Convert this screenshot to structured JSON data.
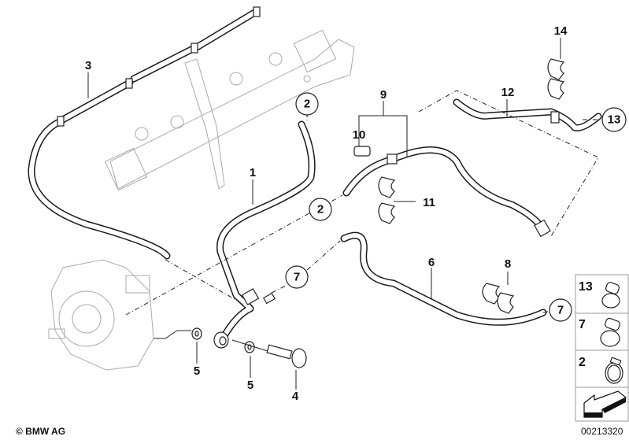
{
  "diagram": {
    "title": "Fuel return / leak-off lines",
    "copyright": "© BMW AG",
    "diagram_number": "00213320",
    "callouts": [
      {
        "id": "1",
        "label": "1",
        "type": "plain"
      },
      {
        "id": "2a",
        "label": "2",
        "type": "circle"
      },
      {
        "id": "2b",
        "label": "2",
        "type": "circle"
      },
      {
        "id": "3",
        "label": "3",
        "type": "plain"
      },
      {
        "id": "4",
        "label": "4",
        "type": "plain"
      },
      {
        "id": "5a",
        "label": "5",
        "type": "plain"
      },
      {
        "id": "5b",
        "label": "5",
        "type": "plain"
      },
      {
        "id": "6",
        "label": "6",
        "type": "plain"
      },
      {
        "id": "7a",
        "label": "7",
        "type": "circle"
      },
      {
        "id": "7b",
        "label": "7",
        "type": "circle"
      },
      {
        "id": "8",
        "label": "8",
        "type": "plain"
      },
      {
        "id": "9",
        "label": "9",
        "type": "plain"
      },
      {
        "id": "10",
        "label": "10",
        "type": "plain"
      },
      {
        "id": "11",
        "label": "11",
        "type": "plain"
      },
      {
        "id": "12",
        "label": "12",
        "type": "plain"
      },
      {
        "id": "13",
        "label": "13",
        "type": "circle"
      },
      {
        "id": "14",
        "label": "14",
        "type": "plain"
      }
    ],
    "legend": [
      {
        "label": "13",
        "icon": "hose-clamp-screw-icon"
      },
      {
        "label": "7",
        "icon": "hose-clamp-screw-icon"
      },
      {
        "label": "2",
        "icon": "hose-clamp-band-icon"
      },
      {
        "label": "",
        "icon": "arrow-down-left-icon"
      }
    ]
  }
}
